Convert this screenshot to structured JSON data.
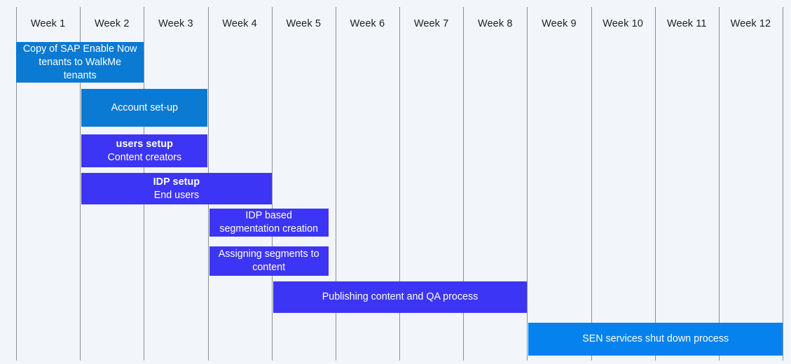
{
  "chart_data": {
    "type": "bar",
    "title": "",
    "xlabel": "",
    "ylabel": "",
    "orientation": "horizontal-timeline",
    "categories": [
      "Week 1",
      "Week 2",
      "Week 3",
      "Week 4",
      "Week 5",
      "Week 6",
      "Week 7",
      "Week 8",
      "Week 9",
      "Week 10",
      "Week 11",
      "Week 12"
    ],
    "xlim": [
      1,
      13
    ],
    "grid": true,
    "legend": "none",
    "tasks": [
      {
        "label": "Copy of SAP Enable Now tenants to WalkMe tenants",
        "title": "",
        "subtitle": "",
        "start_week": 1,
        "end_week": 3,
        "duration_weeks": 2,
        "color": "#0a7ad3"
      },
      {
        "label": "Account set-up",
        "title": "",
        "subtitle": "",
        "start_week": 2,
        "end_week": 4,
        "duration_weeks": 2,
        "color": "#0a7ad3"
      },
      {
        "label": "",
        "title": "users setup",
        "subtitle": "Content creators",
        "start_week": 2,
        "end_week": 4,
        "duration_weeks": 2,
        "color": "#3d35f5"
      },
      {
        "label": "",
        "title": "IDP  setup",
        "subtitle": "End users",
        "start_week": 2,
        "end_week": 5,
        "duration_weeks": 3,
        "color": "#3d35f5"
      },
      {
        "label": "IDP based segmentation creation",
        "title": "",
        "subtitle": "",
        "start_week": 4,
        "end_week": 6,
        "duration_weeks": 2,
        "color": "#3d35f5"
      },
      {
        "label": "Assigning segments to content",
        "title": "",
        "subtitle": "",
        "start_week": 4,
        "end_week": 6,
        "duration_weeks": 2,
        "color": "#3d35f5"
      },
      {
        "label": "Publishing content and QA process",
        "title": "",
        "subtitle": "",
        "start_week": 5,
        "end_week": 9,
        "duration_weeks": 4,
        "color": "#3d35f5"
      },
      {
        "label": "SEN services shut down process",
        "title": "",
        "subtitle": "",
        "start_week": 9,
        "end_week": 13,
        "duration_weeks": 4,
        "color": "#0682ef"
      }
    ]
  },
  "theme": {
    "background": "#f2f6fa",
    "grid_line": "#8a8f98",
    "header_text": "#1d1f22",
    "bar_text": "#ffffff",
    "accent_blue": "#0a7ad3",
    "accent_purple": "#3d35f5",
    "accent_light_blue": "#0682ef"
  }
}
